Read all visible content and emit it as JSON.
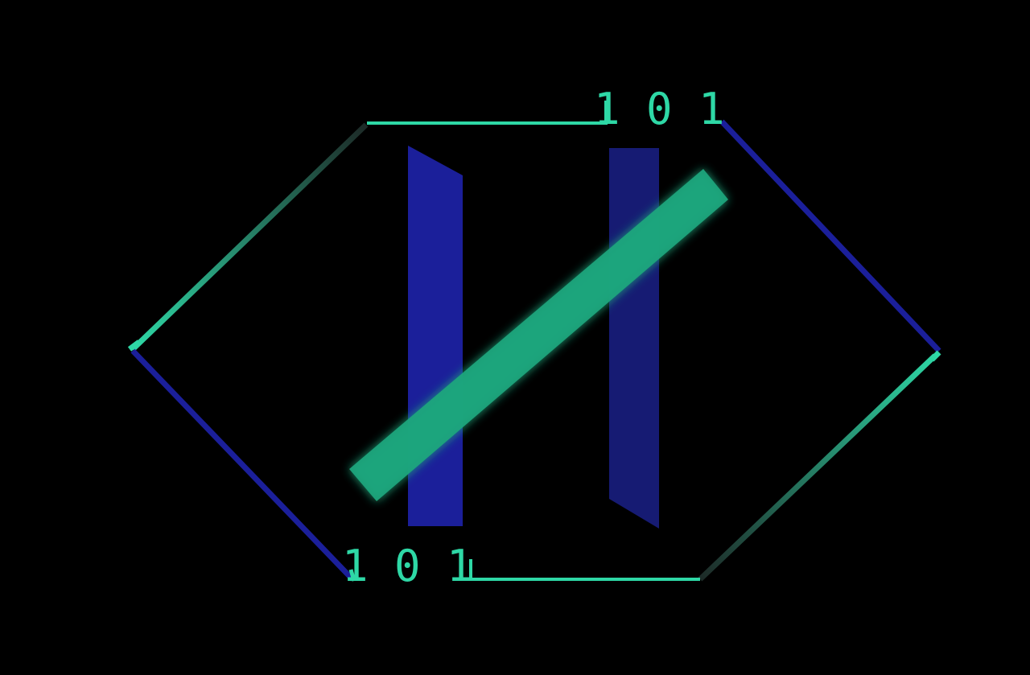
{
  "logo": {
    "top_digits": "1 0 1",
    "bottom_digits": "1 0 1",
    "colors": {
      "background": "#000000",
      "teal": "#2ed8a6",
      "teal_bar": "#1fa67d",
      "blue": "#1b1f9a",
      "blue_dark": "#161b73",
      "fade": "#1f3a33"
    },
    "icons": [
      "hexagon-frame",
      "diagonal-slash",
      "vertical-bars"
    ]
  }
}
